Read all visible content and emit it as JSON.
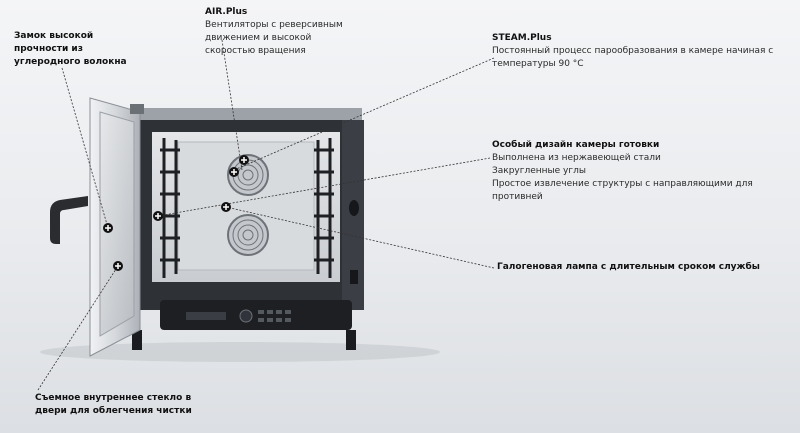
{
  "colors": {
    "background": "#eceef1",
    "oven_body": "#2e3136",
    "door_frame": "#c8ccd1",
    "control_panel": "#1d1f23",
    "leader_line": "#333333",
    "marker": "#111111"
  },
  "callouts": {
    "lock": {
      "title_lines": [
        "Замок высокой",
        "прочности из",
        "углеродного волокна"
      ]
    },
    "air": {
      "title": "AIR.Plus",
      "lines": [
        "Вентиляторы с реверсивным",
        "движением и высокой",
        "скоростью вращения"
      ]
    },
    "steam": {
      "title": "STEAM.Plus",
      "lines": [
        "Постоянный процесс парообразования в камере начиная с",
        "температуры 90 °C"
      ]
    },
    "design": {
      "title": "Особый дизайн камеры готовки",
      "lines": [
        "Выполнена из нержавеющей стали",
        "Закругленные углы",
        "Простое извлечение структуры с направляющими для",
        "противней"
      ]
    },
    "halogen": {
      "title": "Галогеновая лампа с длительным сроком службы"
    },
    "glass": {
      "title_lines": [
        "Съемное внутреннее стекло в",
        "двери для облегчения чистки"
      ]
    }
  },
  "icons": {
    "marker": "plus-circle-icon",
    "fan": "fan-icon",
    "handle": "door-handle-icon"
  }
}
